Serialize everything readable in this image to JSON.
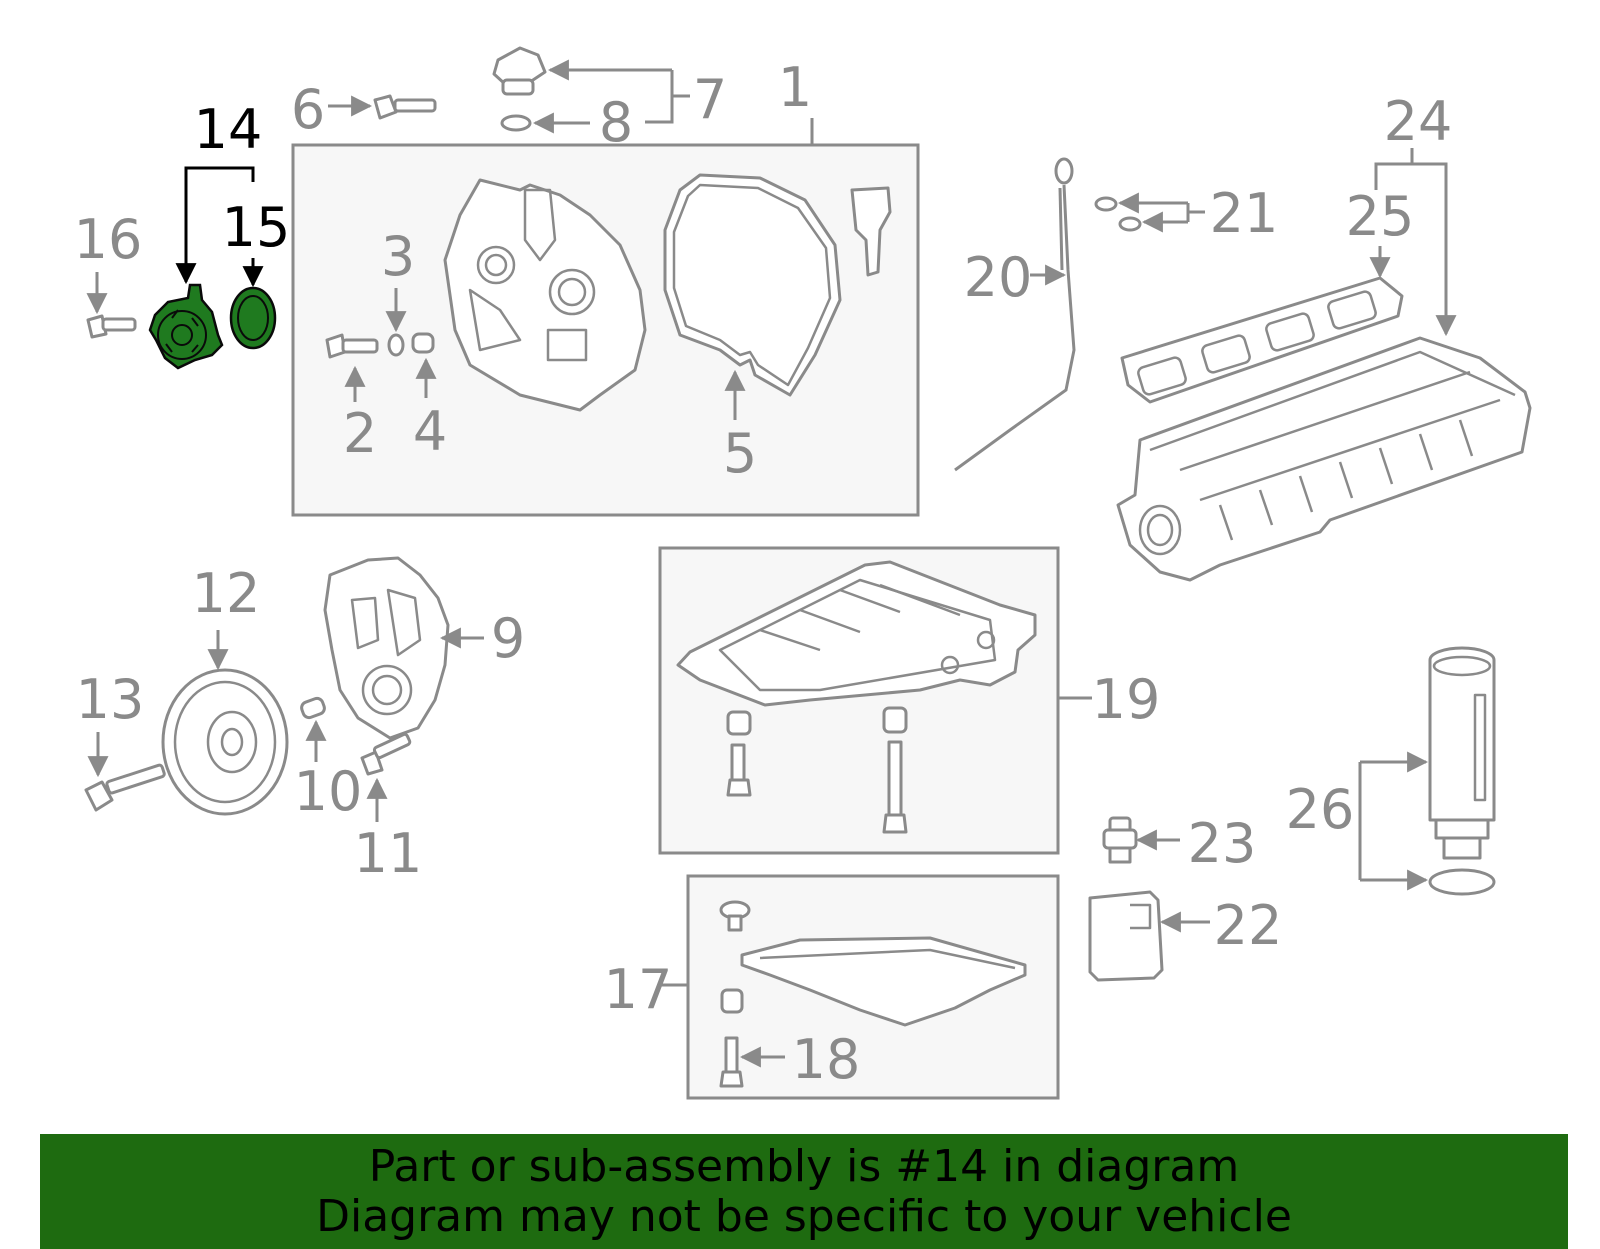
{
  "diagram": {
    "callouts": [
      "1",
      "2",
      "3",
      "4",
      "5",
      "6",
      "7",
      "8",
      "9",
      "10",
      "11",
      "12",
      "13",
      "14",
      "15",
      "16",
      "17",
      "18",
      "19",
      "20",
      "21",
      "22",
      "23",
      "24",
      "25",
      "26"
    ],
    "highlighted": "14",
    "highlight_color": "#1e6b10",
    "part_color": "#8a8a8a"
  },
  "banner": {
    "line1": "Part or sub-assembly is #14 in diagram",
    "line2": "Diagram may not be specific to your vehicle"
  }
}
